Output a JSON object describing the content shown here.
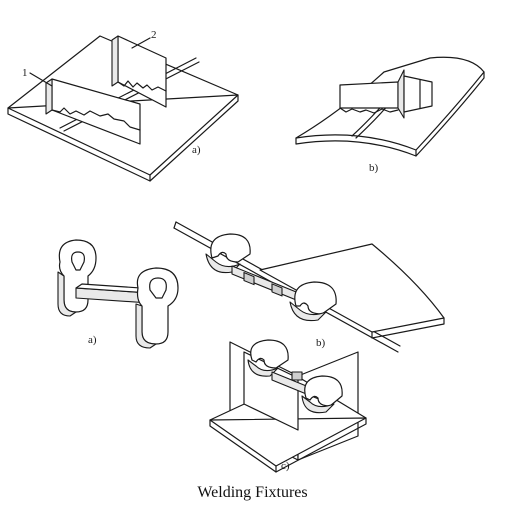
{
  "caption": "Welding Fixtures",
  "top_figure": {
    "panel_a_label": "a)",
    "panel_b_label": "b)",
    "callout_1": "1",
    "callout_2": "2"
  },
  "bottom_figure": {
    "panel_a_label": "a)",
    "panel_b_label": "b)",
    "panel_c_label": "c)"
  }
}
